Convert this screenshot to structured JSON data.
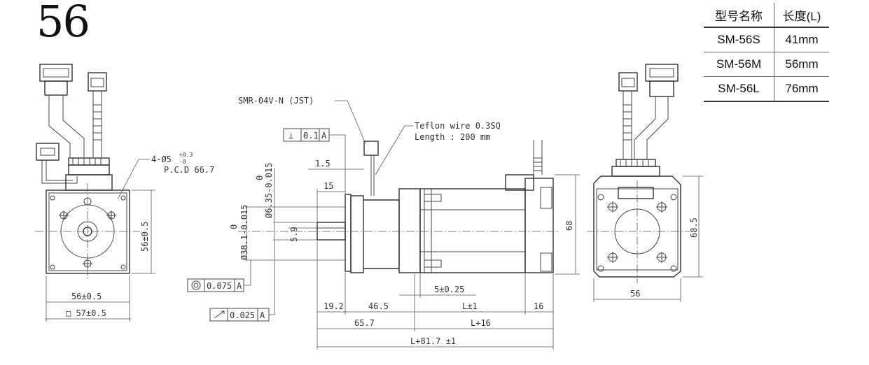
{
  "title": "56",
  "table": {
    "headers": [
      "型号名称",
      "长度(L)"
    ],
    "rows": [
      {
        "model": "SM-56S",
        "length": "41mm"
      },
      {
        "model": "SM-56M",
        "length": "56mm"
      },
      {
        "model": "SM-56L",
        "length": "76mm"
      }
    ]
  },
  "labels": {
    "hole_spec": "4-Ø5",
    "hole_tol_upper": "+0.3",
    "hole_tol_lower": "-0",
    "pcd": "P.C.D 66.7",
    "dim_56_front": "56±0.5",
    "dim_56_bottom": "56±0.5",
    "dim_57": "□ 57±0.5",
    "connector": "SMR-04V-N (JST)",
    "wire_line1": "Teflon wire 0.3SQ",
    "wire_line2": "Length : 200 mm",
    "perp_symbol": "⊥",
    "perp_value": "0.1",
    "perp_datum": "A",
    "dim_1_5": "1.5",
    "dim_15": "15",
    "shaft_dia": "Ø6.35-0.015",
    "shaft_dia_top": "0",
    "flat_5_9": "5.9",
    "pilot_dia": "Ø38.1-0.015",
    "pilot_dia_top": "0",
    "conc_value": "0.075",
    "conc_datum": "A",
    "runout_value": "0.025",
    "runout_datum": "A",
    "dim_5_025": "5±0.25",
    "dim_19_2": "19.2",
    "dim_46_5": "46.5",
    "dim_L1": "L±1",
    "dim_16": "16",
    "dim_65_7": "65.7",
    "dim_L16": "L+16",
    "dim_total": "L+81.7 ±1",
    "dim_68": "68",
    "dim_68_5": "68.5",
    "dim_56_rear": "56"
  }
}
